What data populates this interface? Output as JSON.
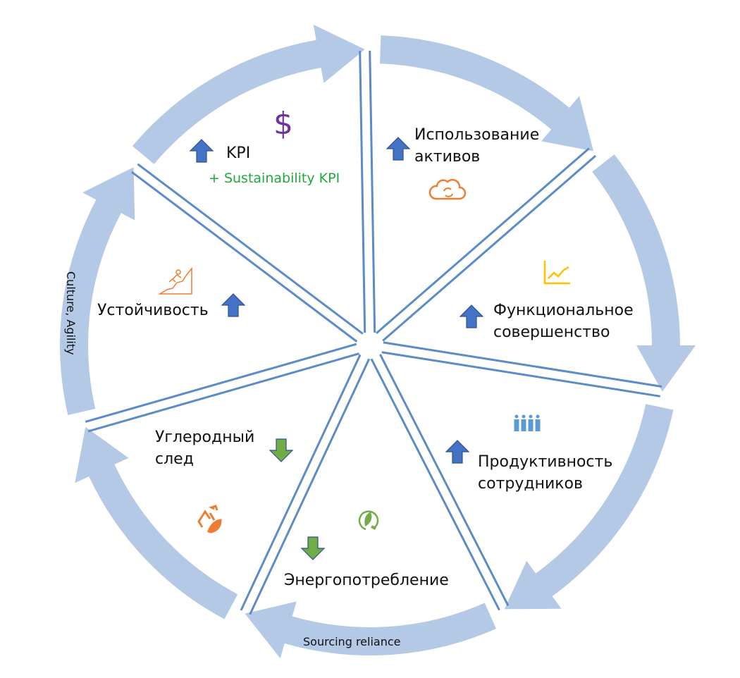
{
  "title": "Sustainability value cycle",
  "colors": {
    "ring": "#b4c9e6",
    "spoke": "#5b8cc7",
    "up": "#4472c4",
    "down": "#70ad47",
    "dollar": "#7030a0",
    "orange": "#ed7d31",
    "yellow": "#ffc000",
    "people": "#5b9bd5",
    "kpi_green": "#1faa3c"
  },
  "ring_labels": {
    "left": "Culture, Agility",
    "bottom": "Sourcing reliance"
  },
  "segments": [
    {
      "id": "kpi",
      "label": "KPI",
      "sublabel": "+ Sustainability KPI",
      "trend": "up",
      "icon": "dollar-icon"
    },
    {
      "id": "assets",
      "label_lines": [
        "Использование",
        "активов"
      ],
      "trend": "up",
      "icon": "cloud-sync-icon"
    },
    {
      "id": "functional",
      "label_lines": [
        "Функциональное",
        "совершенство"
      ],
      "trend": "up",
      "icon": "line-chart-icon"
    },
    {
      "id": "productivity",
      "label_lines": [
        "Продуктивность",
        "сотрудников"
      ],
      "trend": "up",
      "icon": "people-icon"
    },
    {
      "id": "energy",
      "label": "Энергопотребление",
      "trend": "down",
      "icon": "leaf-plug-icon"
    },
    {
      "id": "carbon",
      "label_lines": [
        "Углеродный",
        "след"
      ],
      "trend": "down",
      "icon": "recycle-leaf-icon"
    },
    {
      "id": "resilience",
      "label": "Устойчивость",
      "trend": "up",
      "icon": "climber-icon"
    }
  ]
}
